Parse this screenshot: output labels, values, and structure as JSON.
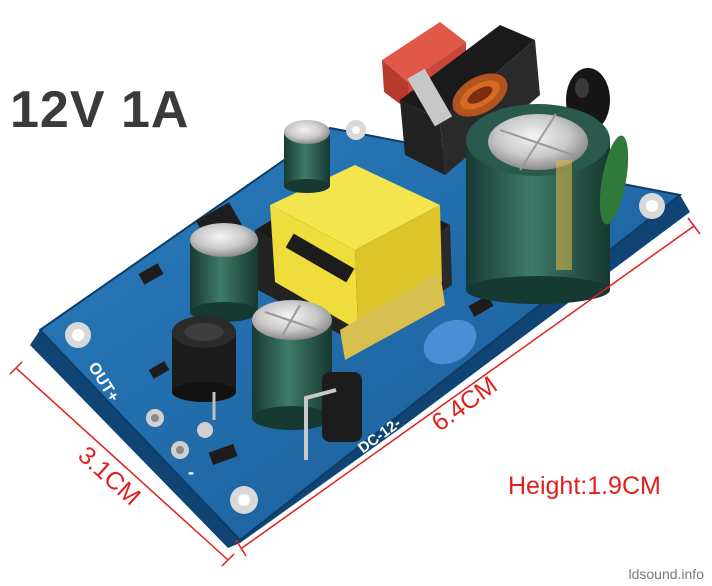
{
  "title": "12V 1A",
  "dimensions": {
    "length": "6.4CM",
    "width": "3.1CM",
    "height": "Height:1.9CM"
  },
  "board_labels": {
    "output": "OUT+",
    "model": "DC-12-",
    "minus": "-"
  },
  "watermark": "ldsound.info",
  "colors": {
    "pcb": "#1f6aa8",
    "transformer": "#f2e24a",
    "capacitor": "#2f5f52",
    "dimension_lines": "#e0201c",
    "title": "#3a3a3a"
  }
}
